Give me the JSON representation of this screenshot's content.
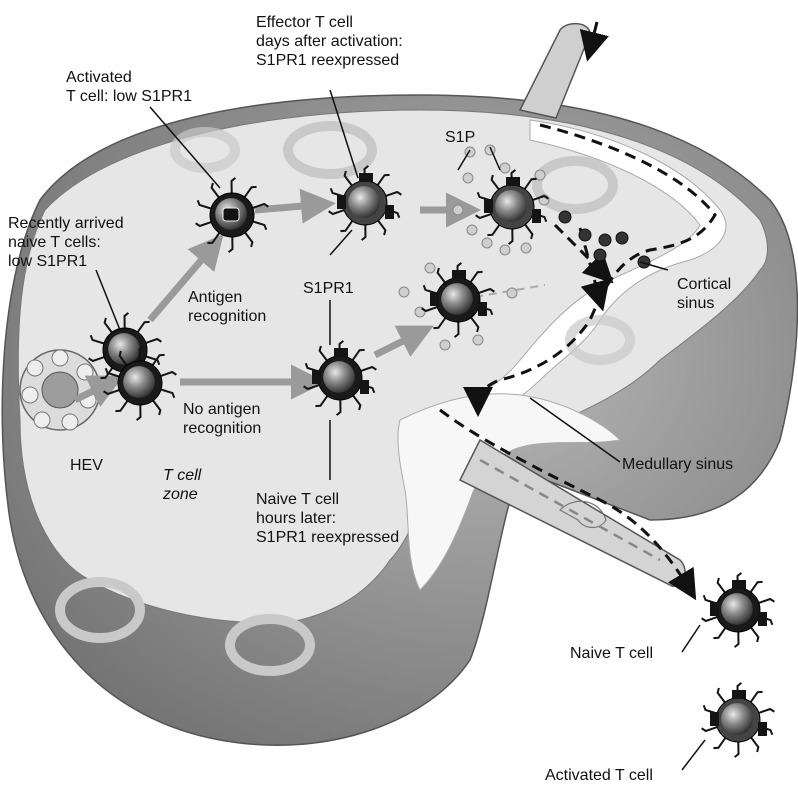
{
  "labels": {
    "activated_t_cell_low": "Activated\nT cell: low S1PR1",
    "effector_t_cell": "Effector T cell\ndays after activation:\nS1PR1 reexpressed",
    "s1p": "S1P",
    "recently_arrived": "Recently arrived\nnaive T cells:\nlow S1PR1",
    "antigen_recognition": "Antigen\nrecognition",
    "s1pr1": "S1PR1",
    "cortical_sinus": "Cortical\nsinus",
    "no_antigen_recognition": "No antigen\nrecognition",
    "hev": "HEV",
    "t_cell_zone": "T cell\nzone",
    "medullary_sinus": "Medullary sinus",
    "naive_hours_later": "Naive T cell\nhours later:\nS1PR1 reexpressed",
    "naive_t_cell": "Naive T cell",
    "activated_t_cell": "Activated T cell"
  },
  "colors": {
    "outer_tissue": "#8e8e8e",
    "cut_surface": "#e9e9e9",
    "sinus": "#ffffff",
    "cell_body": "#6f6f6f",
    "receptor": "#141414",
    "arrow": "#9a9a9a",
    "path": "#111111"
  }
}
